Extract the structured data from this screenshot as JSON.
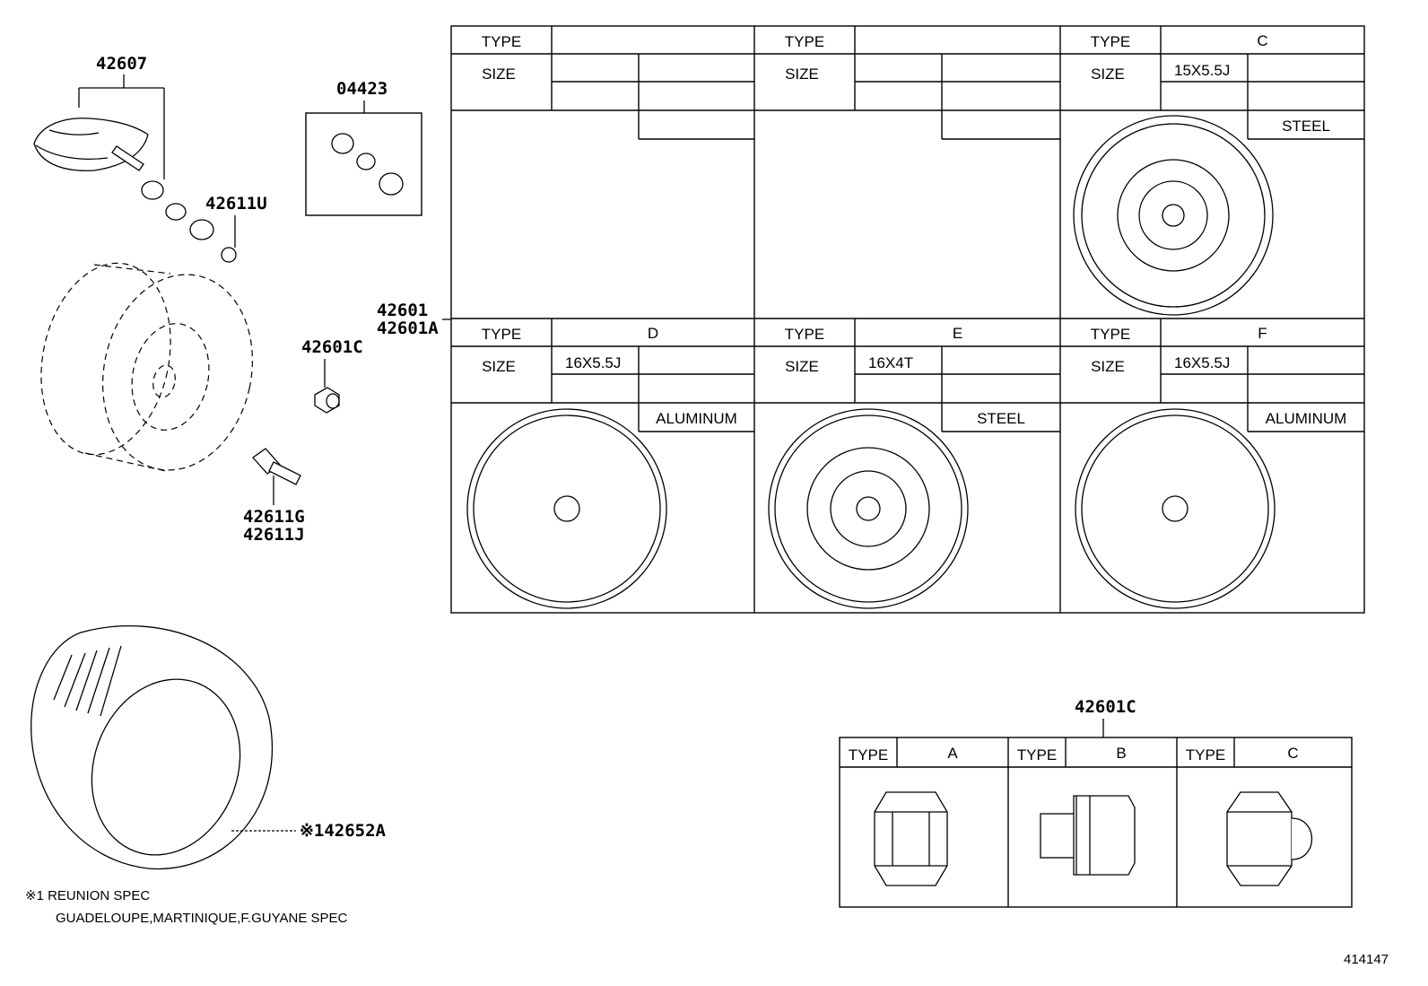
{
  "parts": {
    "tpms_sensor": "42607",
    "grommet_kit": "04423",
    "nut_small": "42611U",
    "wheel_assy_1": "42601",
    "wheel_assy_2": "42601A",
    "hub_nut": "42601C",
    "valve_1": "42611G",
    "valve_2": "42611J",
    "tire": "※142652A"
  },
  "footnote": {
    "line1": "※1 REUNION SPEC",
    "line2": "GUADELOUPE,MARTINIQUE,F.GUYANE SPEC"
  },
  "diagram_id": "414147",
  "wheel_table": {
    "type_label": "TYPE",
    "size_label": "SIZE",
    "cells": [
      {
        "type": "",
        "size": "",
        "material": ""
      },
      {
        "type": "",
        "size": "",
        "material": ""
      },
      {
        "type": "C",
        "size": "15X5.5J",
        "material": "STEEL"
      },
      {
        "type": "D",
        "size": "16X5.5J",
        "material": "ALUMINUM"
      },
      {
        "type": "E",
        "size": "16X4T",
        "material": "STEEL"
      },
      {
        "type": "F",
        "size": "16X5.5J",
        "material": "ALUMINUM"
      }
    ]
  },
  "nut_table": {
    "title": "42601C",
    "type_label": "TYPE",
    "cells": [
      {
        "type": "A"
      },
      {
        "type": "B"
      },
      {
        "type": "C"
      }
    ]
  },
  "icons": [
    "tpms-sensor-icon",
    "grommet-icon",
    "valve-nut-icon",
    "wheel-outline-icon",
    "hub-nut-icon",
    "valve-stem-icon",
    "tire-icon",
    "steel-wheel-icon",
    "alloy-wheel-icon",
    "lug-nut-icon"
  ]
}
